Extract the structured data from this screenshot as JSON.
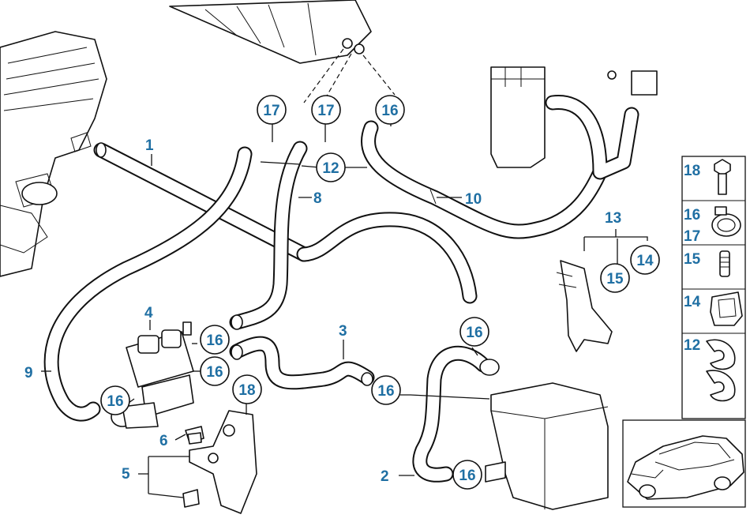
{
  "callouts": {
    "c1": "1",
    "c2": "2",
    "c3": "3",
    "c4": "4",
    "c5": "5",
    "c6": "6",
    "c8": "8",
    "c9": "9",
    "c10": "10",
    "c12": "12",
    "c13": "13",
    "c14": "14",
    "c15": "15",
    "c16": "16",
    "c17": "17",
    "c18": "18"
  },
  "legend": {
    "r18": "18",
    "r16": "16",
    "r17": "17",
    "r15": "15",
    "r14": "14",
    "r12": "12"
  }
}
